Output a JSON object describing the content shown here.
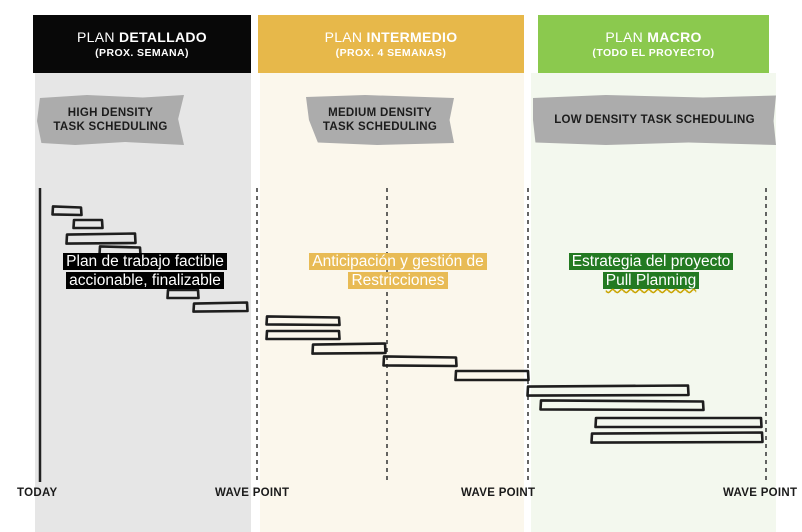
{
  "columns": [
    {
      "title_prefix": "PLAN ",
      "title_bold": "DETALLADO",
      "subtitle": "(PROX. SEMANA)",
      "stamp": [
        "HIGH DENSITY",
        "TASK SCHEDULING"
      ],
      "label": [
        "Plan de trabajo factible",
        "accionable, finalizable"
      ]
    },
    {
      "title_prefix": "PLAN ",
      "title_bold": "INTERMEDIO",
      "subtitle": "(PROX. 4 SEMANAS)",
      "stamp": [
        "MEDIUM DENSITY",
        "TASK SCHEDULING"
      ],
      "label": [
        "Anticipación y gestión de",
        "Restricciones"
      ]
    },
    {
      "title_prefix": "PLAN ",
      "title_bold": "MACRO",
      "subtitle": "(TODO EL PROYECTO)",
      "stamp": [
        "LOW DENSITY TASK SCHEDULING"
      ],
      "label": [
        "Estrategia del proyecto",
        "Pull Planning"
      ]
    }
  ],
  "axis": {
    "today": "TODAY",
    "wave_point_1": "WAVE POINT",
    "wave_point_2": "WAVE POINT",
    "wave_point_3": "WAVE POINT"
  },
  "colors": {
    "detallado": "#080808",
    "intermedio": "#e7b84a",
    "macro": "#8bc94e",
    "intermedio_label": "#e8bb55",
    "macro_label": "#237a22"
  }
}
